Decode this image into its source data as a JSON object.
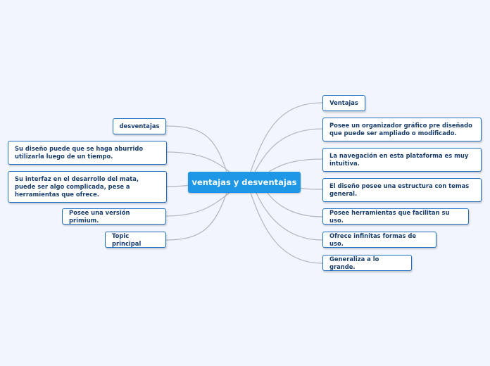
{
  "central_topic": "ventajas y desventajas",
  "left_topics": [
    "desventajas",
    "Su diseño puede que se haga aburrido utilizarla luego de un tiempo.",
    "Su interfaz en el desarrollo del mata, puede ser algo complicada, pese a herramientas que ofrece.",
    "Posee una versión primium.",
    "Topic principal"
  ],
  "right_topics": [
    "Ventajas",
    "Posee un organizador gráfico pre diseñado que puede ser ampliado o modificado.",
    "La navegación en esta plataforma es muy intuitiva.",
    "El diseño posee una estructura con temas general.",
    "Posee herramientas que facilitan su uso.",
    "Ofrece infinitas formas de uso.",
    "Generaliza a lo grande."
  ],
  "colors": {
    "background": "#f2f5fd",
    "central_fill": "#1d97e6",
    "topic_border": "#1e6fbf",
    "topic_text": "#1a3f6e",
    "connector": "#b5b9c2"
  }
}
